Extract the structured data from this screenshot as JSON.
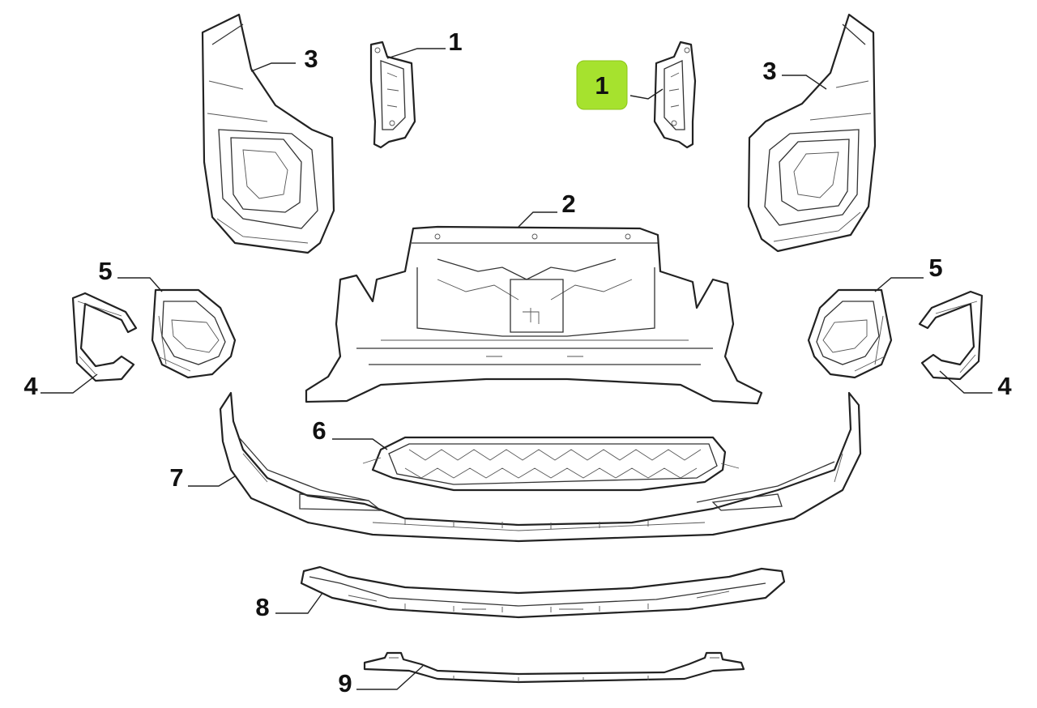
{
  "callouts": {
    "c1a": "1",
    "c1b": "1",
    "c2": "2",
    "c3a": "3",
    "c3b": "3",
    "c4a": "4",
    "c4b": "4",
    "c5a": "5",
    "c5b": "5",
    "c6": "6",
    "c7": "7",
    "c8": "8",
    "c9": "9"
  },
  "colors": {
    "highlight": "#a6e22e",
    "line": "#222222",
    "background": "#ffffff"
  }
}
